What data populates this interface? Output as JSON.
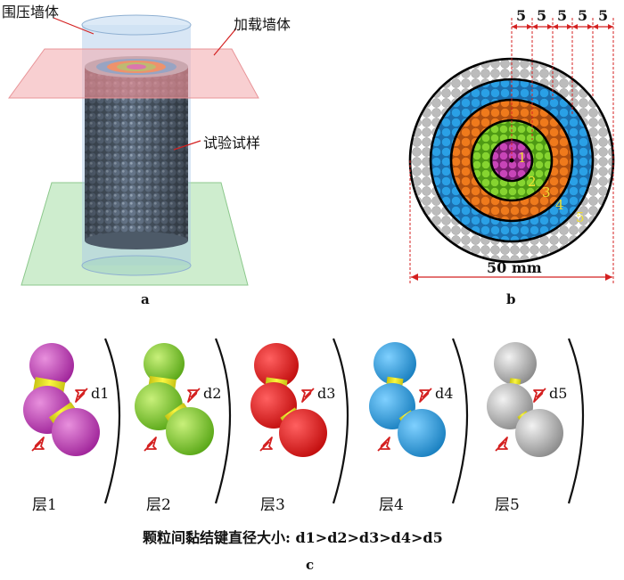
{
  "panel_a": {
    "letter": "a",
    "labels": {
      "confining_wall": "围压墙体",
      "loading_wall": "加载墙体",
      "specimen": "试验试样"
    }
  },
  "panel_b": {
    "letter": "b",
    "ring_widths": [
      "5",
      "5",
      "5",
      "5",
      "5"
    ],
    "ring_numbers": [
      "1",
      "2",
      "3",
      "4",
      "5"
    ],
    "diameter_label": "50 mm"
  },
  "panel_c": {
    "letter": "c",
    "layers": [
      {
        "label": "层1",
        "bond": "d1",
        "color": "#c13bb0"
      },
      {
        "label": "层2",
        "bond": "d2",
        "color": "#7fd12a"
      },
      {
        "label": "层3",
        "bond": "d3",
        "color": "#e61818"
      },
      {
        "label": "层4",
        "bond": "d4",
        "color": "#1e9fe0"
      },
      {
        "label": "层5",
        "bond": "d5",
        "color": "#b5b5b5"
      }
    ],
    "caption": "颗粒间黏结键直径大小: d1>d2>d3>d4>d5"
  },
  "colors": {
    "bond": "#f2ee1c",
    "arrow": "#d42020",
    "dim": "#d42020"
  }
}
